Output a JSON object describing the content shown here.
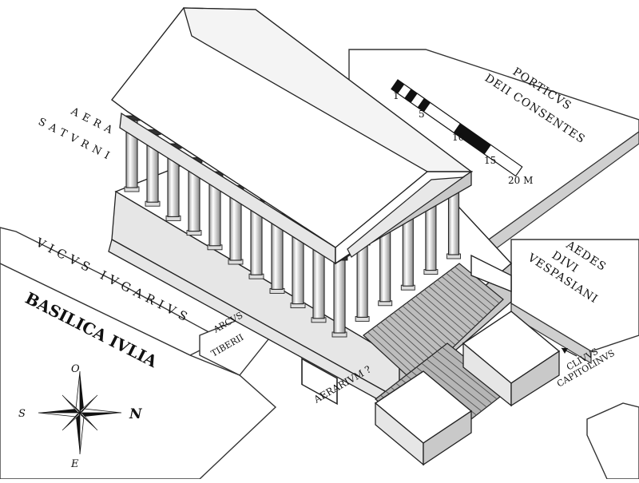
{
  "labels": {
    "aera_line1": "AERA",
    "aera_line2": "SATVRNI",
    "porticus_line1": "PORTICVS",
    "porticus_line2": "DEII CONSENTES",
    "aedes_line1": "AEDES",
    "aedes_line2": "DIVI",
    "aedes_line3": "VESPASIANI",
    "vicus": "VICVS IVGARIVS",
    "basilica": "BASILICA IVLIA",
    "arcus_line1": "ARCVS",
    "arcus_line2": "TIBERII",
    "clivus_line1": "CLIVVS",
    "clivus_line2": "CAPITOLINVS",
    "aerarium": "AERARIVM ?"
  },
  "scale_bar": {
    "ticks": [
      "1",
      "5",
      "10",
      "15",
      "20 M"
    ]
  },
  "compass": {
    "north": "N",
    "south": "S",
    "east": "E",
    "west": "O"
  },
  "colors": {
    "stroke": "#222222",
    "light": "#ffffff",
    "mid": "#e6e6e6",
    "dark": "#c9c9c9",
    "stair": "#9a9a9a"
  }
}
